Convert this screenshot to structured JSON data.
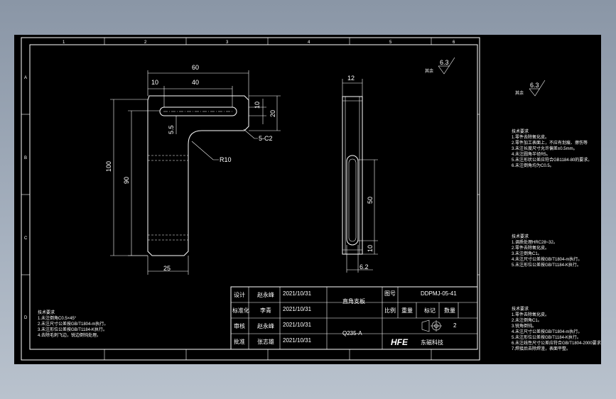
{
  "zones": {
    "columns": [
      "1",
      "2",
      "3",
      "4",
      "5",
      "6"
    ],
    "rows": [
      "A",
      "B",
      "C",
      "D"
    ]
  },
  "front_view": {
    "dims": {
      "width_60": "60",
      "slot_offset_10": "10",
      "slot_length_40": "40",
      "slot_width_10": "10",
      "arm_height_20": "20",
      "slot_pos_5_5": "5.5",
      "chamfer": "5-C2",
      "radius": "R10",
      "height_100": "100",
      "height_90": "90",
      "leg_width_25": "25"
    }
  },
  "side_view": {
    "dims": {
      "thickness_12": "12",
      "slot_length_50": "50",
      "slot_bottom_10": "10",
      "slot_width_6_2": "6.2"
    }
  },
  "roughness_main": {
    "label": "其余",
    "value": "6.3"
  },
  "roughness_side": {
    "label": "其余",
    "value": "6.3"
  },
  "notes_left": [
    "技术要求",
    "1.未注倒角C0.5×45°",
    "2.未注尺寸公差按GB/T1804-m执行。",
    "3.未注形位公差按GB/T1184-K执行。",
    "4.去除毛刺飞边，锐边倒钝处理。"
  ],
  "notes_right_1": [
    "技术要求",
    "1.零件去除氧化皮。",
    "2.零件加工表面上，不应有划痕、擦伤等",
    "3.未注长度尺寸允许偏差±0.5mm。",
    "4.未注圆角半径R5。",
    "5.未注形状公差应符合GB1184-80的要求。",
    "6.未注倒角均为C0.5。"
  ],
  "notes_right_2": [
    "技术要求",
    "1.调质处理HRC28~32。",
    "2.零件去除氧化皮。",
    "3.未注倒角C1。",
    "4.未注尺寸公差按GB/T1804-m执行。",
    "5.未注形位公差按GB/T1184-K执行。"
  ],
  "notes_right_3": [
    "技术要求",
    "1.零件去除氧化皮。",
    "2.未注倒角C1。",
    "3.锐角倒钝。",
    "4.未注尺寸公差按GB/T1804-m执行。",
    "5.未注形位公差按GB/T1184-K执行。",
    "6.未注线性尺寸公差应符合GB/T1804-2000要求。",
    "7.焊接后去除焊渣，表面平整。"
  ],
  "title_block": {
    "rows": [
      {
        "role": "设计",
        "name": "赵永峰",
        "date": "2021/10/31"
      },
      {
        "role": "标准化",
        "name": "李青",
        "date": "2021/10/31"
      },
      {
        "role": "审核",
        "name": "赵永峰",
        "date": "2021/10/31"
      },
      {
        "role": "批准",
        "name": "张志雄",
        "date": "2021/10/31"
      }
    ],
    "part_name": "直角支板",
    "material": "Q235-A",
    "drawing_no_label": "图号",
    "drawing_no": "DDPMJ-05-41",
    "scale_label": "比例",
    "weight_label": "重量",
    "mark_label": "标记",
    "qty_label": "数量",
    "qty": "2",
    "company_logo": "HFE",
    "company": "东磁科技"
  }
}
